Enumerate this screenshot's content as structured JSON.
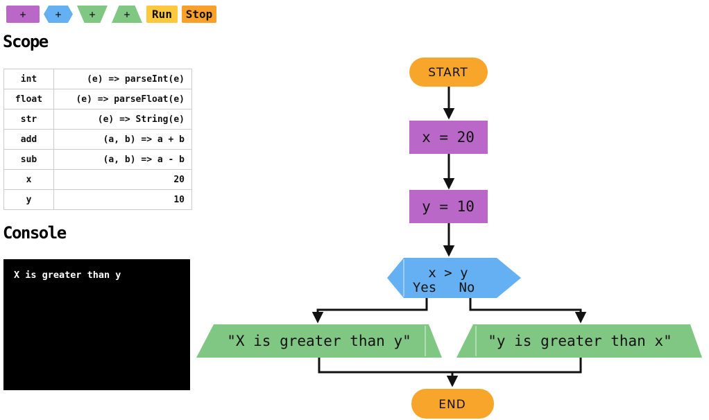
{
  "toolbar": {
    "buttons": [
      {
        "name": "add-assign-block",
        "label": "+",
        "shape": "rectangle",
        "color": "#ba68c8"
      },
      {
        "name": "add-decision-block",
        "label": "+",
        "shape": "hexagon",
        "color": "#64b0f2"
      },
      {
        "name": "add-input-block",
        "label": "+",
        "shape": "trapezoid-down",
        "color": "#81c784"
      },
      {
        "name": "add-output-block",
        "label": "+",
        "shape": "trapezoid-up",
        "color": "#81c784"
      },
      {
        "name": "run",
        "label": "Run",
        "color": "#fcc83d"
      },
      {
        "name": "stop",
        "label": "Stop",
        "color": "#f9a02b"
      }
    ]
  },
  "scope": {
    "heading": "Scope",
    "rows": [
      {
        "name": "int",
        "value": "(e) => parseInt(e)"
      },
      {
        "name": "float",
        "value": "(e) => parseFloat(e)"
      },
      {
        "name": "str",
        "value": "(e) => String(e)"
      },
      {
        "name": "add",
        "value": "(a, b) => a + b"
      },
      {
        "name": "sub",
        "value": "(a, b) => a - b"
      },
      {
        "name": "x",
        "value": "20"
      },
      {
        "name": "y",
        "value": "10"
      }
    ]
  },
  "console": {
    "heading": "Console",
    "lines": [
      "X is greater than y"
    ]
  },
  "flowchart": {
    "start": "START",
    "assign1": "x = 20",
    "assign2": "y = 10",
    "decision": {
      "condition": "x > y",
      "yes": "Yes",
      "no": "No"
    },
    "output_yes": "\"X is greater than y\"",
    "output_no": "\"y is greater than x\"",
    "end": "END"
  },
  "colors": {
    "assign_purple": "#ba68c8",
    "decision_blue": "#64b0f2",
    "io_green": "#81c784",
    "terminal_orange": "#f7a62b",
    "run_yellow": "#fcc83d",
    "stop_orange": "#f9a02b",
    "connector_black": "#111111",
    "console_bg": "#000000",
    "console_text": "#ffffff"
  }
}
